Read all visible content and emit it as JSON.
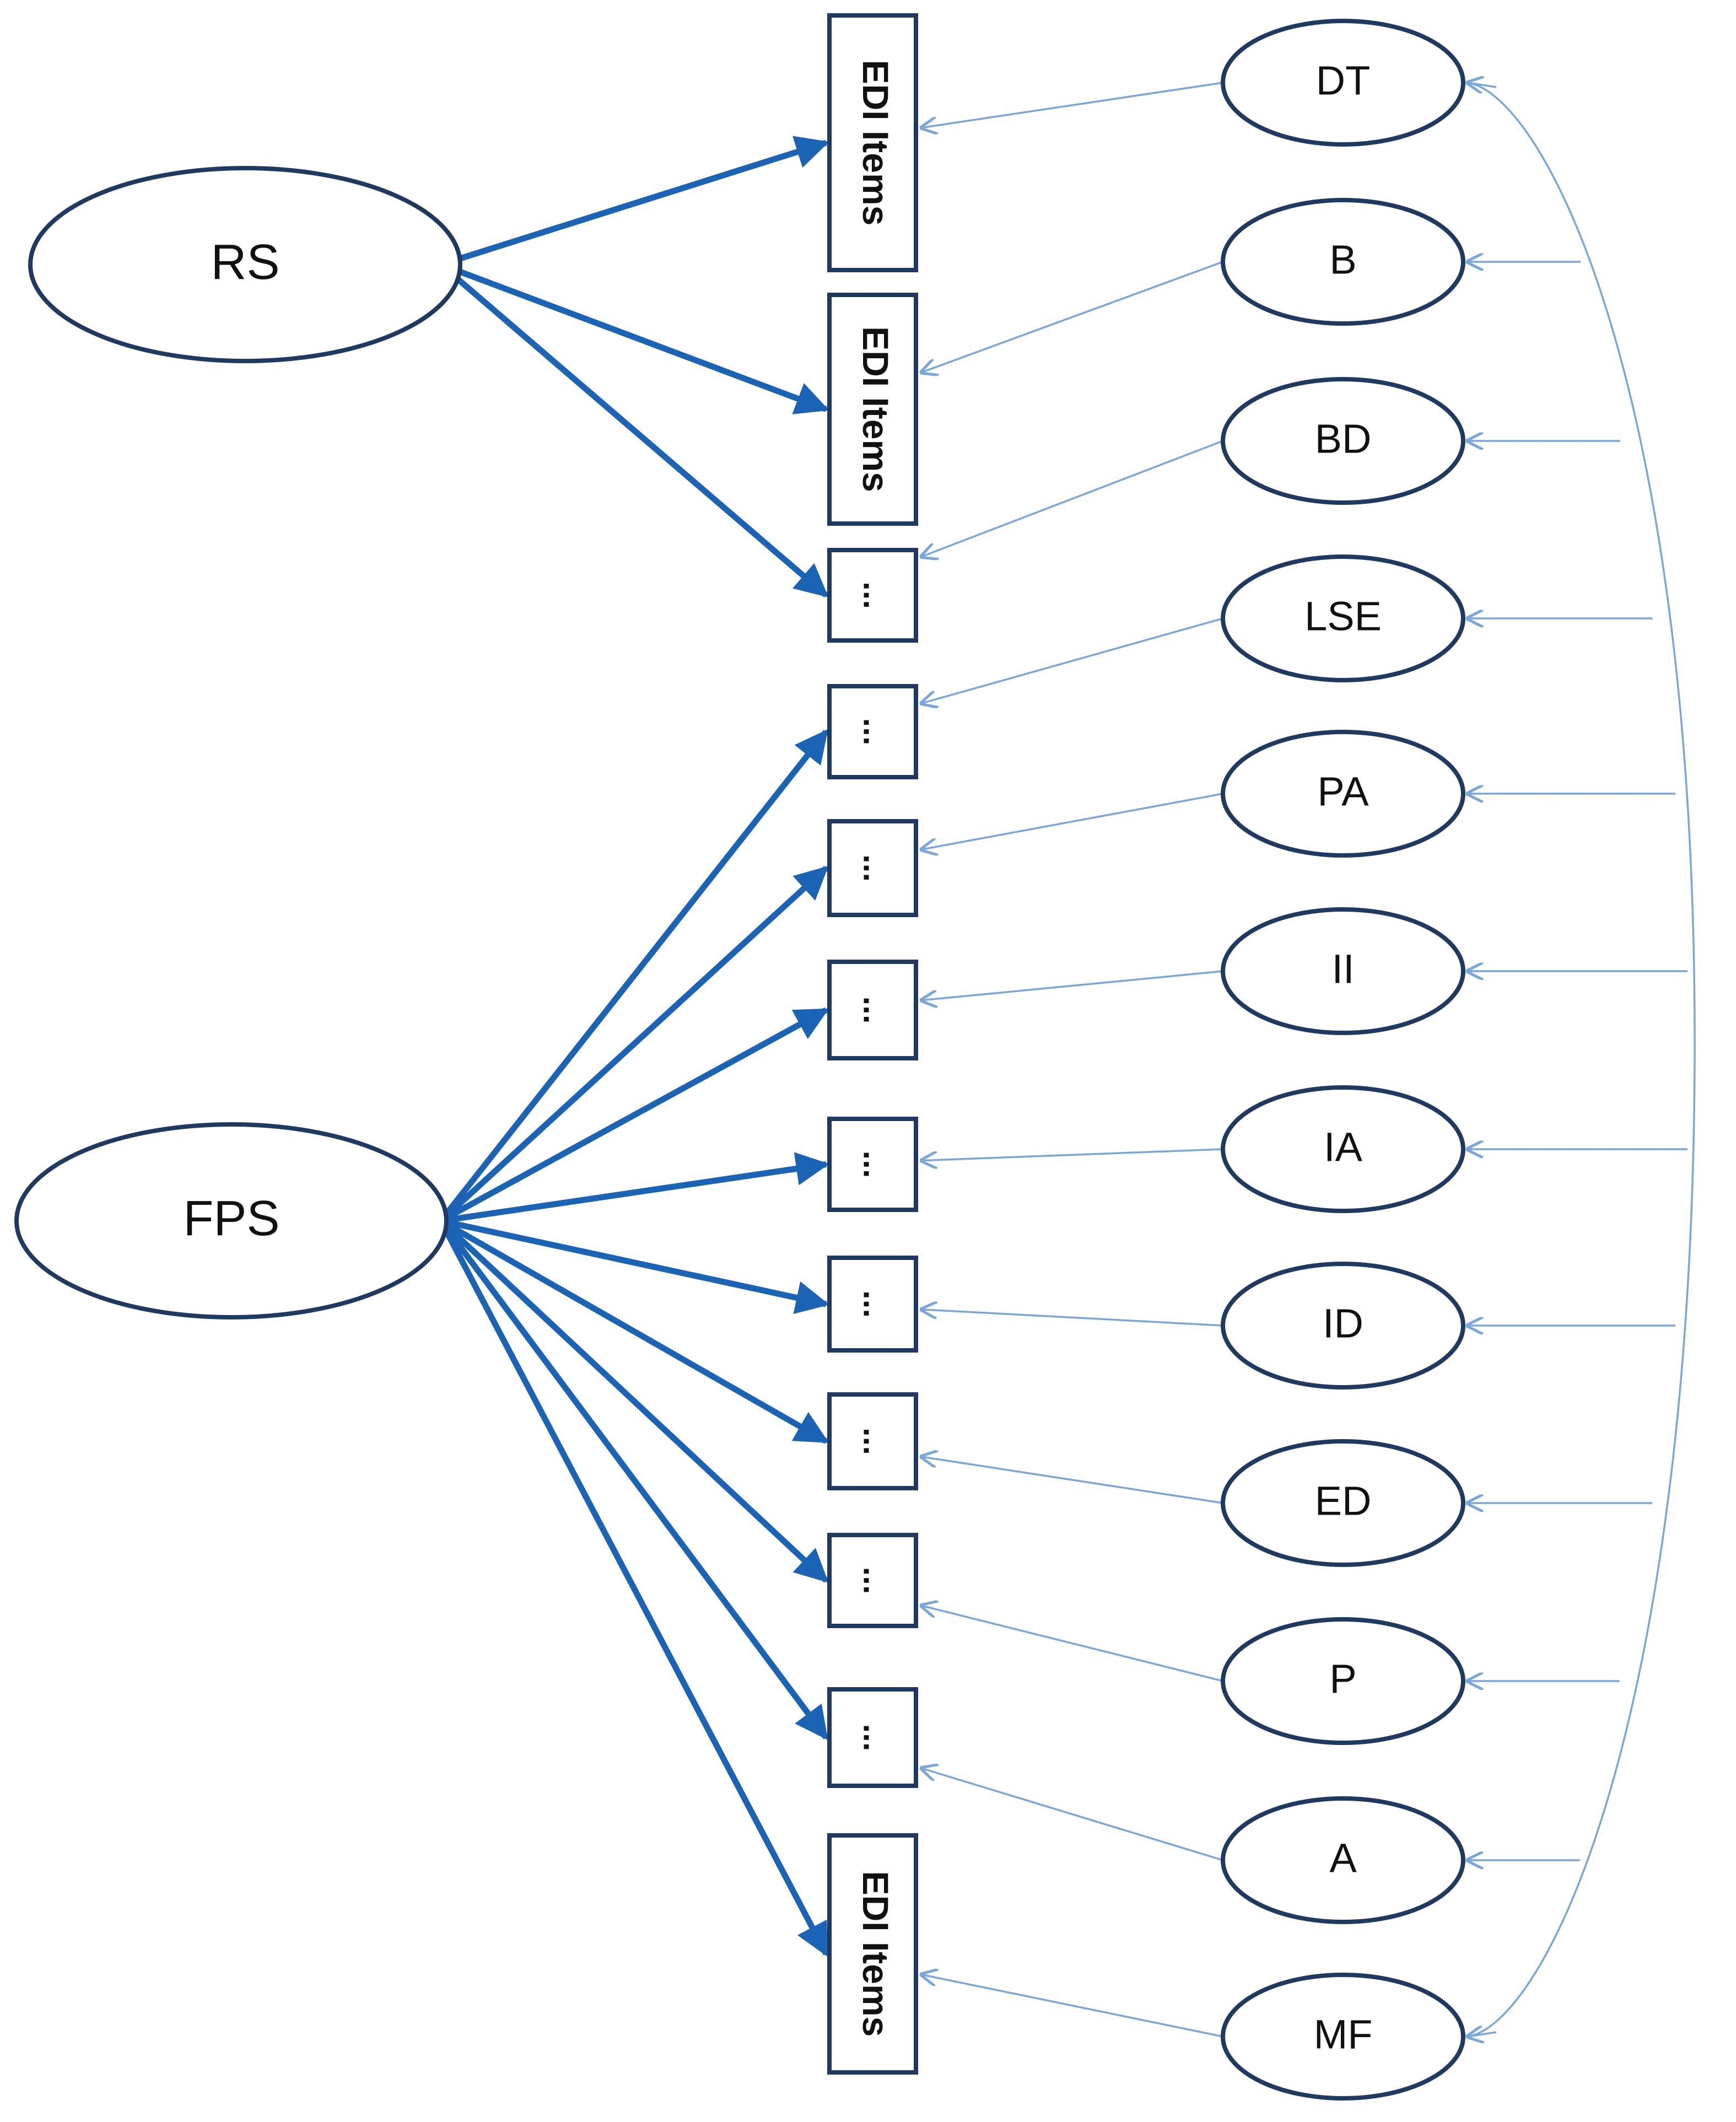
{
  "factors": [
    {
      "id": "RS",
      "label": "RS"
    },
    {
      "id": "FPS",
      "label": "FPS"
    }
  ],
  "subscales": [
    {
      "id": "DT",
      "label": "DT"
    },
    {
      "id": "B",
      "label": "B"
    },
    {
      "id": "BD",
      "label": "BD"
    },
    {
      "id": "LSE",
      "label": "LSE"
    },
    {
      "id": "PA",
      "label": "PA"
    },
    {
      "id": "II",
      "label": "II"
    },
    {
      "id": "IA",
      "label": "IA"
    },
    {
      "id": "ID",
      "label": "ID"
    },
    {
      "id": "ED",
      "label": "ED"
    },
    {
      "id": "P",
      "label": "P"
    },
    {
      "id": "A",
      "label": "A"
    },
    {
      "id": "MF",
      "label": "MF"
    }
  ],
  "items": [
    {
      "label": "EDI Items"
    },
    {
      "label": "EDI Items"
    },
    {
      "label": "..."
    },
    {
      "label": "..."
    },
    {
      "label": "..."
    },
    {
      "label": "..."
    },
    {
      "label": "..."
    },
    {
      "label": "..."
    },
    {
      "label": "..."
    },
    {
      "label": "..."
    },
    {
      "label": "..."
    },
    {
      "label": "EDI Items"
    }
  ],
  "factor_loadings": [
    {
      "from": "RS",
      "to": [
        0,
        1,
        2
      ]
    },
    {
      "from": "FPS",
      "to": [
        3,
        4,
        5,
        6,
        7,
        8,
        9,
        10,
        11
      ]
    }
  ],
  "subscale_to_item": [
    0,
    1,
    2,
    3,
    4,
    5,
    6,
    7,
    8,
    9,
    10,
    11
  ],
  "colors": {
    "thick_arrow": "#1a63b5",
    "thin_arrow": "#7aa6d8",
    "node_border": "#1f3a60"
  }
}
